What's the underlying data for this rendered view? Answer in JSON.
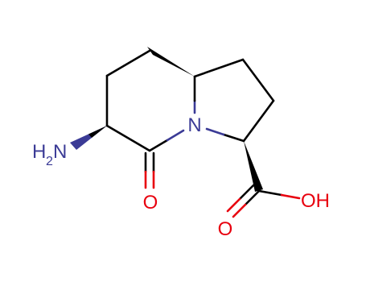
{
  "molecule": {
    "colors": {
      "carbon_bond": "#000000",
      "nitrogen": "#3b3b96",
      "oxygen": "#e8000e"
    },
    "labels": {
      "ring_nitrogen": "N",
      "amine_h": "H",
      "amine_sub": "2",
      "amine_n": "N",
      "ketone_oxygen": "O",
      "acid_carbonyl_oxygen": "O",
      "acid_hydroxyl": "OH"
    }
  }
}
